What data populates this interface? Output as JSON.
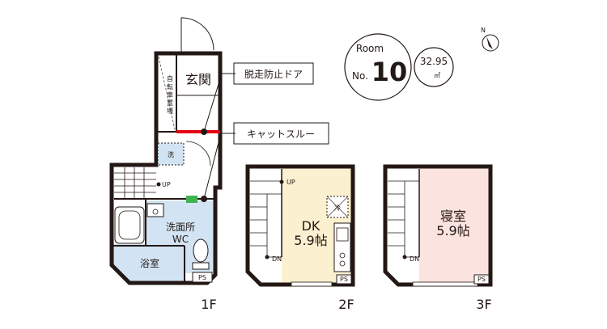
{
  "room_badge": {
    "room_word": "Room",
    "no_word": "No.",
    "number": "10",
    "area": "32.95",
    "area_unit": "㎡"
  },
  "callouts": {
    "escape_door": "脱走防止ドア",
    "cat_through": "キャットスルー"
  },
  "floor1": {
    "floor_label": "1F",
    "genkan": "玄関",
    "bike_parking": [
      "自",
      "転",
      "車",
      "置",
      "場"
    ],
    "washer": "洗",
    "up": "UP",
    "washroom": "洗面所",
    "wc": "WC",
    "bath": "浴室",
    "ps": "PS"
  },
  "floor2": {
    "floor_label": "2F",
    "up": "UP",
    "dn": "DN",
    "room_name": "DK",
    "room_size": "5.9帖",
    "fridge": "冷",
    "ps": "PS",
    "room_color": "#fbf0cf"
  },
  "floor3": {
    "floor_label": "3F",
    "dn": "DN",
    "room_name": "寝室",
    "room_size": "5.9帖",
    "ps": "PS",
    "room_color": "#fbe3df"
  },
  "compass": {
    "north": "N"
  },
  "colors": {
    "wall": "#231815",
    "bath_blue": "#d2e4f3",
    "door_red": "#e60012",
    "cat_green": "#3fb34f"
  }
}
